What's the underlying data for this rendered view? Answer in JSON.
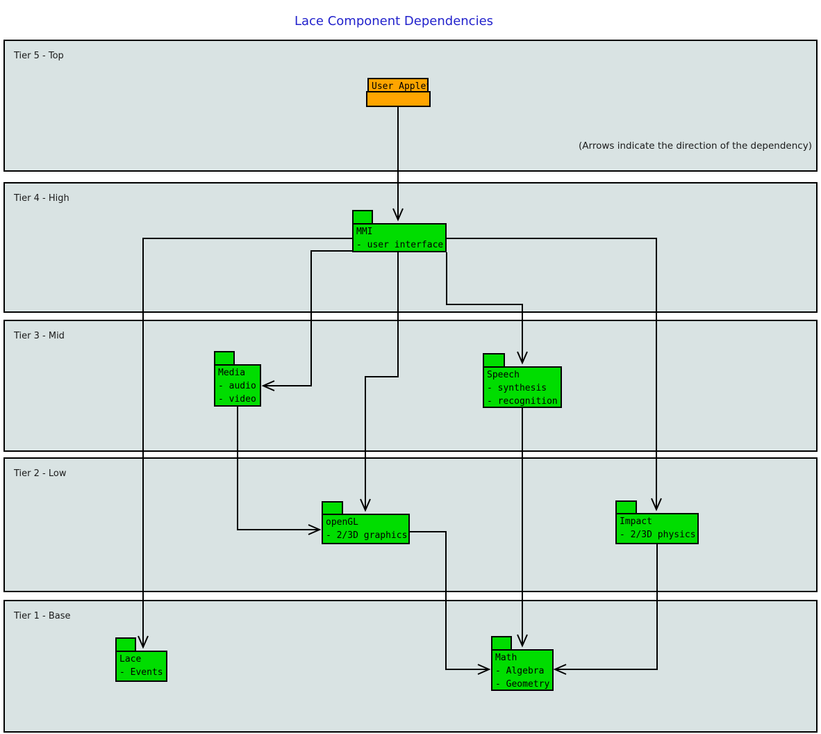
{
  "title": "Lace Component Dependencies",
  "annotation": "(Arrows indicate the direction of the dependency)",
  "colors": {
    "node_green": "#00dd00",
    "node_orange": "#ffa500",
    "tier_background": "#d9e3e3",
    "title_blue": "#2222cc",
    "line_black": "#000000"
  },
  "tiers": [
    {
      "label": "Tier 5 - Top"
    },
    {
      "label": "Tier 4 - High"
    },
    {
      "label": "Tier 3 - Mid"
    },
    {
      "label": "Tier 2 - Low"
    },
    {
      "label": "Tier 1 - Base"
    }
  ],
  "nodes": [
    {
      "id": "user-applet",
      "title": "User Applet",
      "lines": [],
      "tier": "Tier 5 - Top"
    },
    {
      "id": "mmi",
      "title": "MMI",
      "lines": [
        "- user interface"
      ],
      "tier": "Tier 4 - High"
    },
    {
      "id": "media",
      "title": "Media",
      "lines": [
        "- audio",
        "- video"
      ],
      "tier": "Tier 3 - Mid"
    },
    {
      "id": "speech",
      "title": "Speech",
      "lines": [
        "- synthesis",
        "- recognition"
      ],
      "tier": "Tier 3 - Mid"
    },
    {
      "id": "opengl",
      "title": "openGL",
      "lines": [
        "- 2/3D graphics"
      ],
      "tier": "Tier 2 - Low"
    },
    {
      "id": "impact",
      "title": "Impact",
      "lines": [
        "- 2/3D physics"
      ],
      "tier": "Tier 2 - Low"
    },
    {
      "id": "lace",
      "title": "Lace",
      "lines": [
        "- Events"
      ],
      "tier": "Tier 1 - Base"
    },
    {
      "id": "math",
      "title": "Math",
      "lines": [
        "- Algebra",
        "- Geometry"
      ],
      "tier": "Tier 1 - Base"
    }
  ],
  "edges": [
    {
      "from": "User Applet",
      "to": "MMI"
    },
    {
      "from": "MMI",
      "to": "Lace"
    },
    {
      "from": "MMI",
      "to": "Impact"
    },
    {
      "from": "MMI",
      "to": "Media"
    },
    {
      "from": "MMI",
      "to": "openGL"
    },
    {
      "from": "MMI",
      "to": "Speech"
    },
    {
      "from": "Media",
      "to": "openGL"
    },
    {
      "from": "openGL",
      "to": "Math"
    },
    {
      "from": "Speech",
      "to": "Math"
    },
    {
      "from": "Impact",
      "to": "Math"
    }
  ]
}
